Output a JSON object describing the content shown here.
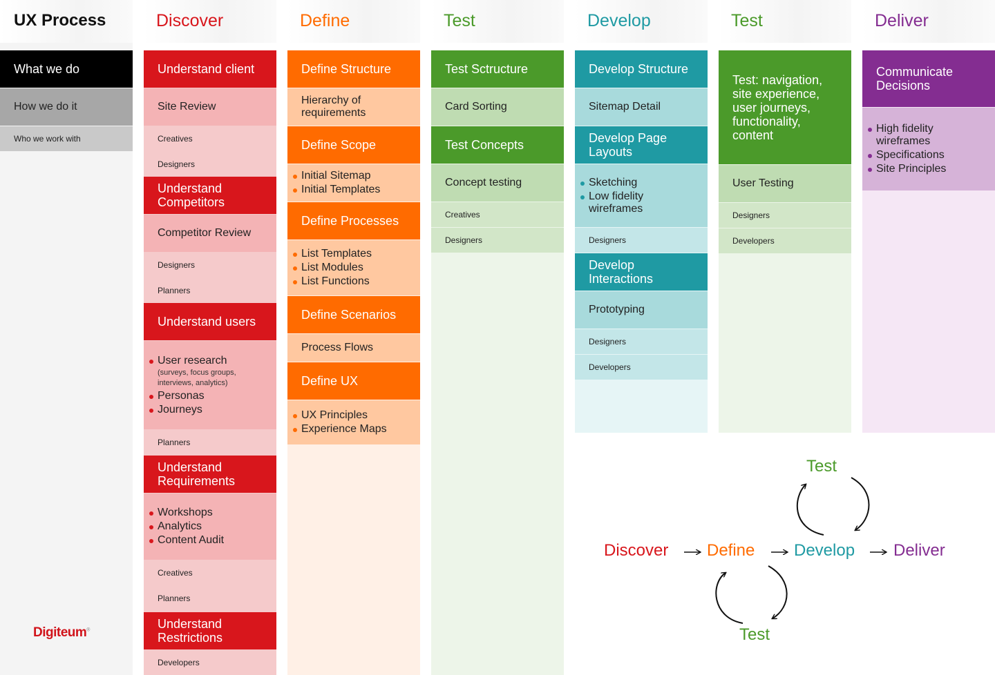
{
  "title": "UX Process",
  "legend": {
    "what": "What we do",
    "how": "How we do it",
    "who": "Who we work with"
  },
  "logo": "Digiteum",
  "colors": {
    "discover": "#d8161c",
    "define": "#ff6b00",
    "test": "#4b9a2a",
    "develop": "#1f9aa3",
    "deliver": "#842d91"
  },
  "columns": {
    "discover": {
      "title": "Discover",
      "cells": [
        {
          "kind": "h",
          "text": "Understand client"
        },
        {
          "kind": "s",
          "text": "Site Review"
        },
        {
          "kind": "r",
          "text": "Creatives"
        },
        {
          "kind": "r",
          "text": "Designers"
        },
        {
          "kind": "h",
          "text": "Understand Competitors"
        },
        {
          "kind": "s",
          "text": "Competitor Review"
        },
        {
          "kind": "r",
          "text": "Designers"
        },
        {
          "kind": "r",
          "text": "Planners"
        },
        {
          "kind": "h",
          "text": "Understand users"
        },
        {
          "kind": "b",
          "items": [
            {
              "text": "User research",
              "note": "(surveys, focus groups, interviews, analytics)"
            },
            {
              "text": "Personas"
            },
            {
              "text": "Journeys"
            }
          ]
        },
        {
          "kind": "r",
          "text": "Planners"
        },
        {
          "kind": "h",
          "text": "Understand Requirements"
        },
        {
          "kind": "b",
          "items": [
            {
              "text": "Workshops"
            },
            {
              "text": "Analytics"
            },
            {
              "text": "Content Audit"
            }
          ]
        },
        {
          "kind": "r",
          "text": "Creatives"
        },
        {
          "kind": "r",
          "text": "Planners"
        },
        {
          "kind": "h",
          "text": "Understand Restrictions"
        },
        {
          "kind": "r",
          "text": "Developers"
        }
      ]
    },
    "define": {
      "title": "Define",
      "cells": [
        {
          "kind": "h",
          "text": "Define Structure"
        },
        {
          "kind": "s",
          "text": "Hierarchy of requirements"
        },
        {
          "kind": "h",
          "text": "Define Scope"
        },
        {
          "kind": "b",
          "items": [
            {
              "text": "Initial Sitemap"
            },
            {
              "text": "Initial Templates"
            }
          ]
        },
        {
          "kind": "h",
          "text": "Define Processes"
        },
        {
          "kind": "b",
          "items": [
            {
              "text": "List Templates"
            },
            {
              "text": "List Modules"
            },
            {
              "text": "List Functions"
            }
          ]
        },
        {
          "kind": "h",
          "text": "Define Scenarios"
        },
        {
          "kind": "s",
          "text": "Process Flows"
        },
        {
          "kind": "h",
          "text": "Define UX"
        },
        {
          "kind": "b",
          "items": [
            {
              "text": "UX Principles"
            },
            {
              "text": "Experience Maps"
            }
          ]
        }
      ]
    },
    "test1": {
      "title": "Test",
      "cells": [
        {
          "kind": "h",
          "text": "Test Sctructure"
        },
        {
          "kind": "s",
          "text": "Card Sorting"
        },
        {
          "kind": "h",
          "text": "Test Concepts"
        },
        {
          "kind": "s",
          "text": "Concept testing"
        },
        {
          "kind": "r",
          "text": "Creatives"
        },
        {
          "kind": "r",
          "text": "Designers"
        }
      ]
    },
    "develop": {
      "title": "Develop",
      "cells": [
        {
          "kind": "h",
          "text": "Develop Structure"
        },
        {
          "kind": "s",
          "text": "Sitemap Detail"
        },
        {
          "kind": "h",
          "text": "Develop Page Layouts"
        },
        {
          "kind": "b",
          "items": [
            {
              "text": "Sketching"
            },
            {
              "text": "Low fidelity wireframes"
            }
          ]
        },
        {
          "kind": "r",
          "text": "Designers"
        },
        {
          "kind": "h",
          "text": "Develop Interactions"
        },
        {
          "kind": "s",
          "text": "Prototyping"
        },
        {
          "kind": "r",
          "text": "Designers"
        },
        {
          "kind": "r",
          "text": "Developers"
        }
      ]
    },
    "test2": {
      "title": "Test",
      "cells": [
        {
          "kind": "h",
          "text": "Test: navigation, site experience, user journeys, functionality, content"
        },
        {
          "kind": "s",
          "text": "User Testing"
        },
        {
          "kind": "r",
          "text": "Designers"
        },
        {
          "kind": "r",
          "text": "Developers"
        }
      ]
    },
    "deliver": {
      "title": "Deliver",
      "cells": [
        {
          "kind": "h",
          "text": "Communicate Decisions"
        },
        {
          "kind": "b",
          "items": [
            {
              "text": "High fidelity wireframes"
            },
            {
              "text": "Specifications"
            },
            {
              "text": "Site Principles"
            }
          ]
        }
      ]
    }
  },
  "flow": {
    "discover": "Discover",
    "define": "Define",
    "develop": "Develop",
    "deliver": "Deliver",
    "test_top": "Test",
    "test_bottom": "Test"
  }
}
